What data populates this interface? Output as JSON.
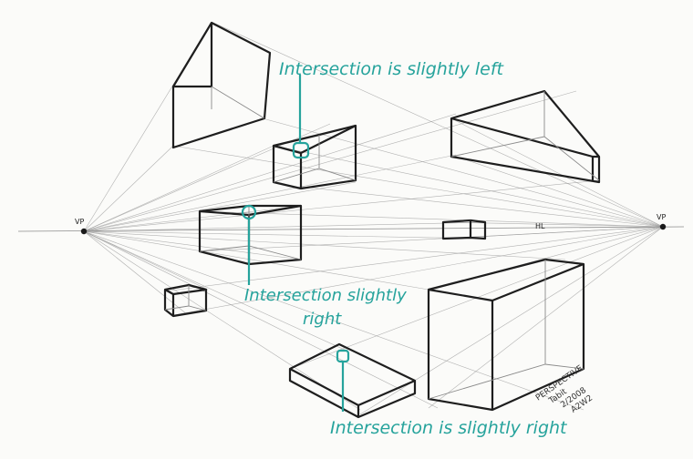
{
  "labels": {
    "vp_left": "VP",
    "vp_right": "VP",
    "horizon": "HL"
  },
  "annotations": [
    "Intersection is slightly left",
    "Intersection slightly",
    "right",
    "Intersection is slightly right"
  ],
  "signature": {
    "line1": "PERSPECTIVE",
    "line2": "Tabit",
    "line3": "2/2008",
    "line4": "A2W2"
  },
  "colors": {
    "annotation": "#26a39c",
    "ink": "#1e1e1e",
    "guide": "#9a9a9a"
  }
}
